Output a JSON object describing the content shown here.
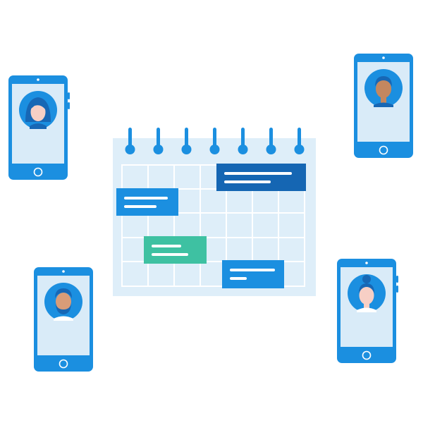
{
  "colors": {
    "phone_body": "#1b8fe0",
    "phone_screen": "#d9ebf8",
    "calendar_bg": "#deeef9",
    "calendar_ring": "#1b8fe0",
    "event_blue": "#1b8fe0",
    "event_dark": "#1566b3",
    "event_green": "#3ec1a2",
    "event_line": "#ffffff",
    "skin_light": "#f7cfc5",
    "skin_tan": "#d99c78",
    "skin_dark": "#c4875f",
    "hair_dark": "#1767b5"
  },
  "phones": [
    {
      "name": "phone-top-left",
      "avatar": "woman-short-hair"
    },
    {
      "name": "phone-top-right",
      "avatar": "man-short-hair"
    },
    {
      "name": "phone-bottom-left",
      "avatar": "man-bearded"
    },
    {
      "name": "phone-bottom-right",
      "avatar": "woman-bun"
    }
  ],
  "calendar": {
    "columns": 7,
    "rows": 5,
    "events": [
      {
        "name": "event-top-right",
        "color": "dark",
        "col_start": 4,
        "row": 0
      },
      {
        "name": "event-left",
        "color": "blue",
        "col_start": 0,
        "row": 1
      },
      {
        "name": "event-middle",
        "color": "green",
        "col_start": 1,
        "row": 3
      },
      {
        "name": "event-bottom-right",
        "color": "blue",
        "col_start": 4,
        "row": 4
      }
    ]
  }
}
